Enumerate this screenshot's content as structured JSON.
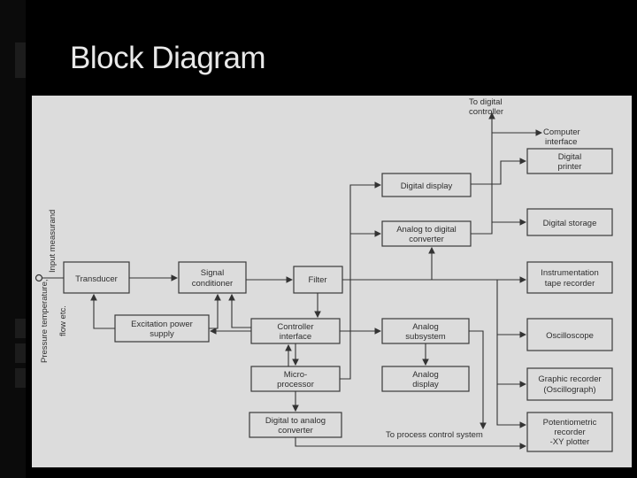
{
  "slide": {
    "title": "Block Diagram",
    "colors": {
      "background": "#000000",
      "title": "#e9e9e9",
      "diagram_background": "#dcdcdc",
      "ink": "#2e2e2e"
    }
  },
  "diagram": {
    "side_label_line1": "Input measurand",
    "side_label_line2": "Pressure temperature,",
    "side_label_line3": "flow etc.",
    "blocks": {
      "transducer": "Transducer",
      "signal_conditioner_1": "Signal",
      "signal_conditioner_2": "conditioner",
      "filter": "Filter",
      "excitation_1": "Excitation power",
      "excitation_2": "supply",
      "controller_1": "Controller",
      "controller_2": "interface",
      "microprocessor_1": "Micro-",
      "microprocessor_2": "processor",
      "dac_1": "Digital to analog",
      "dac_2": "converter",
      "digital_display": "Digital display",
      "adc_1": "Analog to digital",
      "adc_2": "converter",
      "analog_subsystem_1": "Analog",
      "analog_subsystem_2": "subsystem",
      "analog_display_1": "Analog",
      "analog_display_2": "display",
      "digital_printer_1": "Digital",
      "digital_printer_2": "printer",
      "digital_storage": "Digital storage",
      "instrumentation_1": "Instrumentation",
      "instrumentation_2": "tape recorder",
      "oscilloscope": "Oscilloscope",
      "graphic_recorder_1": "Graphic recorder",
      "graphic_recorder_2": "(Oscillograph)",
      "potentiometric_1": "Potentiometric",
      "potentiometric_2": "recorder",
      "potentiometric_3": "-XY plotter"
    },
    "labels": {
      "to_digital_1": "To digital",
      "to_digital_2": "controller",
      "computer_1": "Computer",
      "computer_2": "interface",
      "process_control": "To process control system"
    }
  }
}
